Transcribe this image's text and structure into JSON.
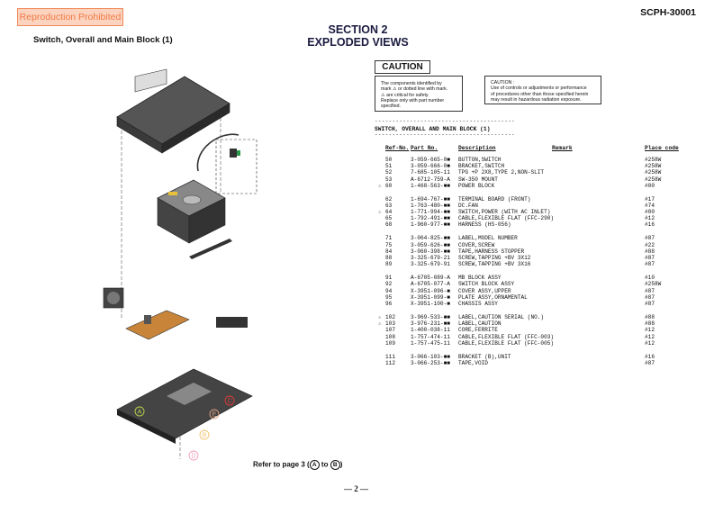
{
  "header": {
    "stamp": "Reproduction Prohibited",
    "model": "SCPH-30001",
    "section_line1": "SECTION 2",
    "section_line2": "EXPLODED VIEWS",
    "subtitle": "Switch, Overall and Main Block (1)"
  },
  "caution": {
    "title": "CAUTION",
    "box1": [
      "The components identified by",
      "mark ⚠ or dotted line with mark.",
      "⚠ are critical for safety.",
      "Replace only with part number",
      "specified."
    ],
    "box2_title": "CAUTION :",
    "box2": [
      "Use of controls or adjustments or performance",
      "of procedures other than those specified herein",
      "may result in hazardous radiation exposure."
    ]
  },
  "parts_list": {
    "dashes": "----------------------------------------",
    "block_title": "SWITCH, OVERALL AND MAIN BLOCK (1)",
    "columns": {
      "ref": "Ref-No.",
      "part": "Part No.",
      "desc": "Description",
      "remark": "Remark",
      "place": "Place code"
    },
    "groups": [
      [
        {
          "mark": "",
          "ref": "50",
          "part": "3-059-665-0■",
          "desc": "BUTTON,SWITCH",
          "place": "#258W"
        },
        {
          "mark": "",
          "ref": "51",
          "part": "3-059-666-0■",
          "desc": "BRACKET,SWITCH",
          "place": "#258W"
        },
        {
          "mark": "",
          "ref": "52",
          "part": "7-685-105-11",
          "desc": "TPG +P 2X8,TYPE 2,NON-SLIT",
          "place": "#258W"
        },
        {
          "mark": "",
          "ref": "53",
          "part": "A-6712-759-A",
          "desc": "SW-350 MOUNT",
          "place": "#258W"
        },
        {
          "mark": "⚠",
          "ref": "60",
          "part": "1-468-563-■■",
          "desc": "POWER BLOCK",
          "place": "#00"
        }
      ],
      [
        {
          "mark": "",
          "ref": "62",
          "part": "1-694-767-■■",
          "desc": "TERMINAL BOARD (FRONT)",
          "place": "#17"
        },
        {
          "mark": "",
          "ref": "63",
          "part": "1-763-480-■■",
          "desc": "DC.FAN",
          "place": "#74"
        },
        {
          "mark": "⚠",
          "ref": "64",
          "part": "1-771-994-■■",
          "desc": "SWITCH,POWER (WITH AC INLET)",
          "place": "#00"
        },
        {
          "mark": "",
          "ref": "65",
          "part": "1-792-491-■■",
          "desc": "CABLE,FLEXIBLE FLAT (FFC-290)",
          "place": "#12"
        },
        {
          "mark": "",
          "ref": "68",
          "part": "1-960-977-■■",
          "desc": "HARNESS (HS-056)",
          "place": "#16"
        }
      ],
      [
        {
          "mark": "",
          "ref": "71",
          "part": "3-064-825-■■",
          "desc": "LABEL,MODEL NUMBER",
          "place": "#87"
        },
        {
          "mark": "",
          "ref": "75",
          "part": "3-059-626-■■",
          "desc": "COVER,SCREW",
          "place": "#22"
        },
        {
          "mark": "",
          "ref": "84",
          "part": "3-060-398-■■",
          "desc": "TAPE,HARNESS STOPPER",
          "place": "#88"
        },
        {
          "mark": "",
          "ref": "88",
          "part": "3-325-679-21",
          "desc": "SCREW,TAPPING +BV 3X12",
          "place": "#87"
        },
        {
          "mark": "",
          "ref": "89",
          "part": "3-325-679-91",
          "desc": "SCREW,TAPPING +BV 3X16",
          "place": "#87"
        }
      ],
      [
        {
          "mark": "",
          "ref": "91",
          "part": "A-6705-089-A",
          "desc": "MB BLOCK ASSY",
          "place": "#10"
        },
        {
          "mark": "",
          "ref": "92",
          "part": "A-6705-077-A",
          "desc": "SWITCH BLOCK ASSY",
          "place": "#258W"
        },
        {
          "mark": "",
          "ref": "94",
          "part": "X-3951-096-■",
          "desc": "COVER ASSY,UPPER",
          "place": "#87"
        },
        {
          "mark": "",
          "ref": "95",
          "part": "X-3951-099-■",
          "desc": "PLATE ASSY,ORNAMENTAL",
          "place": "#87"
        },
        {
          "mark": "",
          "ref": "96",
          "part": "X-3951-100-■",
          "desc": "CHASSIS ASSY",
          "place": "#87"
        }
      ],
      [
        {
          "mark": "⚠",
          "ref": "102",
          "part": "3-969-533-■■",
          "desc": "LABEL,CAUTION SERIAL (NO.)",
          "place": "#88"
        },
        {
          "mark": "⚠",
          "ref": "103",
          "part": "3-976-231-■■",
          "desc": "LABEL,CAUTION",
          "place": "#88"
        },
        {
          "mark": "",
          "ref": "107",
          "part": "1-400-038-11",
          "desc": "CORE,FERRITE",
          "place": "#12"
        },
        {
          "mark": "",
          "ref": "108",
          "part": "1-757-474-11",
          "desc": "CABLE,FLEXIBLE FLAT (FFC-003)",
          "place": "#12"
        },
        {
          "mark": "",
          "ref": "109",
          "part": "1-757-475-11",
          "desc": "CABLE,FLEXIBLE FLAT (FFC-005)",
          "place": "#12"
        }
      ],
      [
        {
          "mark": "",
          "ref": "111",
          "part": "3-066-103-■■",
          "desc": "BRACKET (B),UNIT",
          "place": "#16"
        },
        {
          "mark": "",
          "ref": "112",
          "part": "3-066-253-■■",
          "desc": "TAPE,VOID",
          "place": "#87"
        }
      ]
    ]
  },
  "diagram": {
    "connectors": [
      {
        "label": "A",
        "color": "#b9d54a"
      },
      {
        "label": "B",
        "color": "#f2c26a"
      },
      {
        "label": "C",
        "color": "#e03a3a"
      },
      {
        "label": "D",
        "color": "#f0a0b8"
      },
      {
        "label": "E",
        "color": "#e0a080"
      }
    ]
  },
  "footer": {
    "refer_prefix": "Refer to page 3 (",
    "refer_a": "A",
    "refer_mid": " to ",
    "refer_b": "B",
    "refer_suffix": ")",
    "page_number": "— 2 —"
  }
}
